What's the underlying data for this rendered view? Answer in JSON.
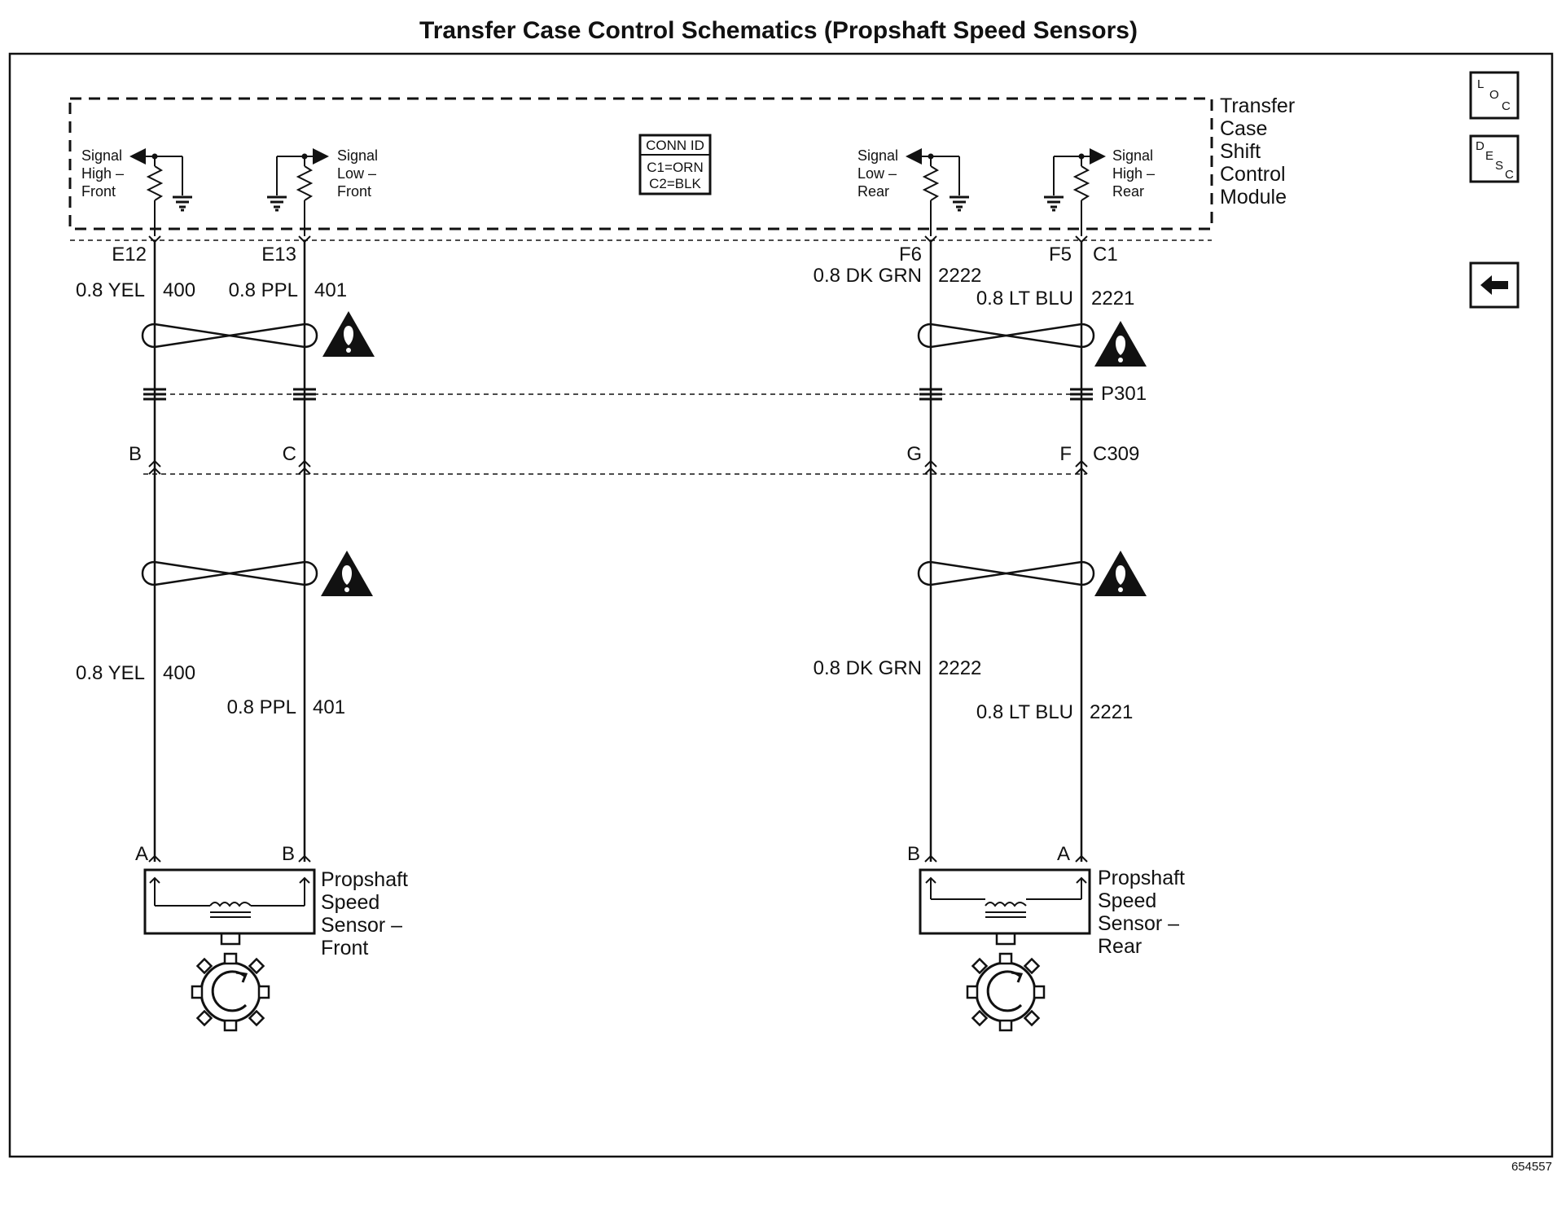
{
  "title": "Transfer Case Control Schematics (Propshaft Speed Sensors)",
  "figure_number": "654557",
  "module": {
    "name_lines": [
      "Transfer",
      "Case",
      "Shift",
      "Control",
      "Module"
    ],
    "conn_id": {
      "header": "CONN ID",
      "c1": "C1=ORN",
      "c2": "C2=BLK"
    },
    "signals": [
      {
        "lines": [
          "Signal",
          "High –",
          "Front"
        ]
      },
      {
        "lines": [
          "Signal",
          "Low –",
          "Front"
        ]
      },
      {
        "lines": [
          "Signal",
          "Low –",
          "Rear"
        ]
      },
      {
        "lines": [
          "Signal",
          "High –",
          "Rear"
        ]
      }
    ],
    "pins": [
      "E12",
      "E13",
      "F6",
      "F5"
    ],
    "connector_c1": "C1"
  },
  "wires_upper": [
    {
      "color": "0.8 YEL",
      "circuit": "400"
    },
    {
      "color": "0.8 PPL",
      "circuit": "401"
    },
    {
      "color": "0.8 DK GRN",
      "circuit": "2222"
    },
    {
      "color": "0.8 LT BLU",
      "circuit": "2221"
    }
  ],
  "pass_through": "P301",
  "connector_c309": {
    "name": "C309",
    "pins": [
      "B",
      "C",
      "G",
      "F"
    ]
  },
  "wires_lower": [
    {
      "color": "0.8 YEL",
      "circuit": "400"
    },
    {
      "color": "0.8 PPL",
      "circuit": "401"
    },
    {
      "color": "0.8 DK GRN",
      "circuit": "2222"
    },
    {
      "color": "0.8 LT BLU",
      "circuit": "2221"
    }
  ],
  "sensors": [
    {
      "pins": [
        "A",
        "B"
      ],
      "name_lines": [
        "Propshaft",
        "Speed",
        "Sensor –",
        "Front"
      ]
    },
    {
      "pins": [
        "B",
        "A"
      ],
      "name_lines": [
        "Propshaft",
        "Speed",
        "Sensor –",
        "Rear"
      ]
    }
  ],
  "side_buttons": {
    "loc": [
      "L",
      "O",
      "C"
    ],
    "desc": [
      "D",
      "E",
      "S",
      "C"
    ],
    "back_icon": "left-arrow-icon"
  }
}
